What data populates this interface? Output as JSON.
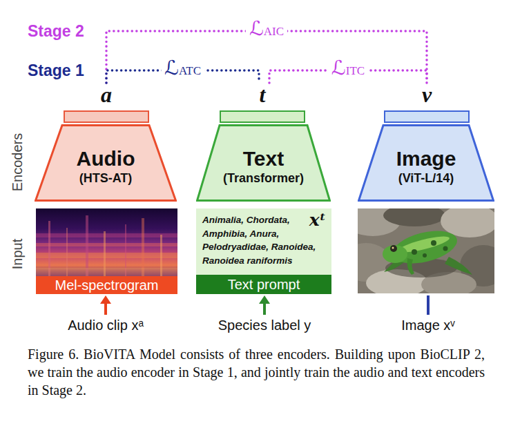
{
  "diagram": {
    "caption": "Figure 6. BioVITA Model consists of three encoders. Building upon BioCLIP 2, we train the audio encoder in Stage 1, and jointly train the audio and text encoders in Stage 2.",
    "nodes": [
      {
        "text": [
          "a"
        ]
      },
      {
        "text": [
          "t"
        ]
      },
      {
        "text": [
          "v"
        ]
      },
      {
        "text": [
          "Audio",
          "(HTS-AT)"
        ]
      },
      {
        "text": [
          "Text",
          "(Transformer)"
        ]
      },
      {
        "text": [
          "Image",
          "(ViT-L/14)"
        ]
      },
      {
        "text": [
          "Animalia, Chordata, Amphibia, Anura, Pelodryadidae, Ranoidea, Ranoidea raniformis",
          "xᵗ"
        ]
      },
      {
        "text": [
          "Mel-spectrogram"
        ]
      },
      {
        "text": [
          "Text prompt"
        ]
      }
    ],
    "edges": [
      {
        "from": 0,
        "to": 1,
        "label": "ℒATC",
        "arrow": "none"
      },
      {
        "from": 1,
        "to": 2,
        "label": "ℒITC",
        "arrow": "none"
      },
      {
        "from": 0,
        "to": 2,
        "label": "ℒAIC",
        "arrow": "none"
      }
    ],
    "labels": [
      "Stage 2",
      "Stage 1",
      "Encoders",
      "Input",
      "Audio clip xᵃ",
      "Species label y",
      "Image xᵛ"
    ]
  }
}
